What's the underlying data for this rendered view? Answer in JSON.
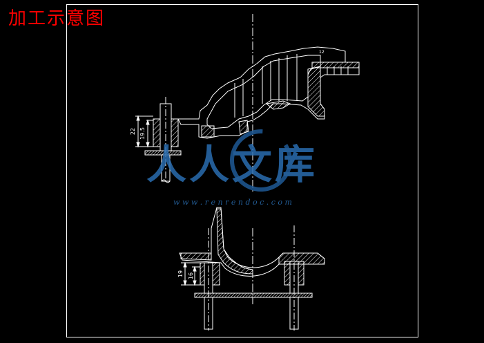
{
  "title": "加工示意图",
  "colors": {
    "background": "#000000",
    "title": "#ff0000",
    "lines": "#ffffff",
    "watermark": "#1f5a96"
  },
  "dimensions": {
    "top_outer": "22",
    "top_inner": "19.5",
    "bottom_outer": "19",
    "bottom_inner": "16"
  },
  "part_note": "12",
  "watermark": {
    "text": "人人文库",
    "url": "w w w . r e n r e n d o c . c o m"
  }
}
